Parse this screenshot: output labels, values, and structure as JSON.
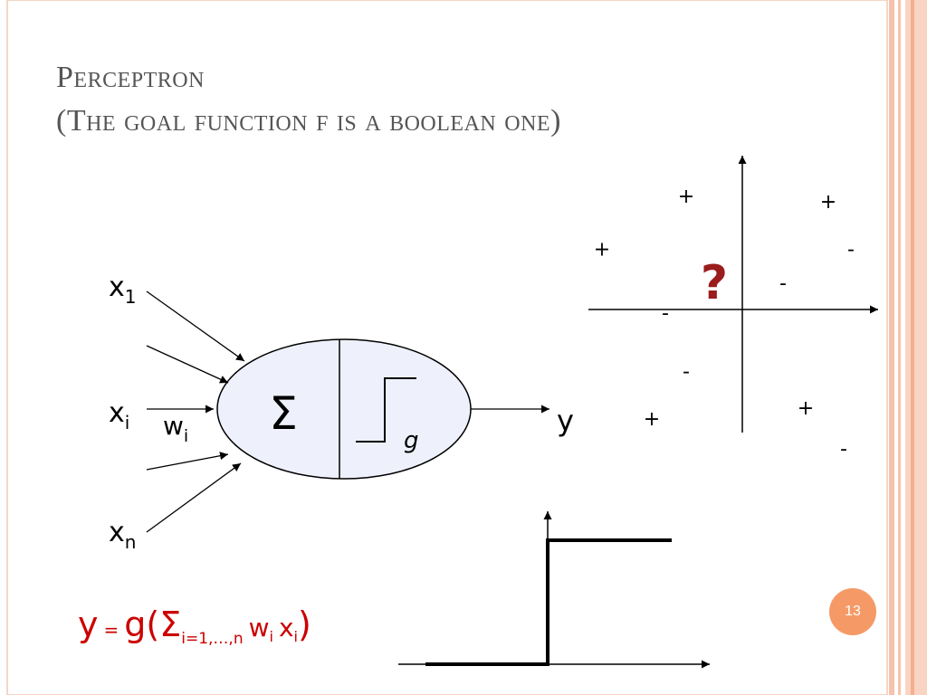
{
  "slide": {
    "title_line1": "Perceptron",
    "title_line2": "(The goal function f is a boolean one)",
    "page_number": "13"
  },
  "neuron": {
    "inputs": [
      {
        "base": "x",
        "sub": "1"
      },
      {
        "base": "x",
        "sub": "i"
      },
      {
        "base": "x",
        "sub": "n"
      }
    ],
    "weight": {
      "base": "w",
      "sub": "i"
    },
    "sum_symbol": "Σ",
    "activation_label": "g",
    "output_label": "y"
  },
  "formula": {
    "lhs": "y",
    "eq": "=",
    "func": "g(",
    "sigma": "Σ",
    "range": "i=1,…,n",
    "w": "w",
    "w_sub": "i",
    "x": "x",
    "x_sub": "i",
    "close": ")"
  },
  "scatter": {
    "question_mark": "?",
    "points": [
      {
        "label": "+",
        "x": -0.62,
        "y": 0.84
      },
      {
        "label": "+",
        "x": 0.95,
        "y": 0.8
      },
      {
        "label": "+",
        "x": -1.55,
        "y": 0.45
      },
      {
        "label": "-",
        "x": 1.2,
        "y": 0.45
      },
      {
        "label": "-",
        "x": 0.45,
        "y": 0.2
      },
      {
        "label": "-",
        "x": -0.85,
        "y": -0.02
      },
      {
        "label": "-",
        "x": -0.62,
        "y": -0.45
      },
      {
        "label": "+",
        "x": -1.0,
        "y": -0.8
      },
      {
        "label": "+",
        "x": 0.7,
        "y": -0.72
      },
      {
        "label": "-",
        "x": 1.12,
        "y": -1.02
      }
    ]
  },
  "colors": {
    "text": "#000000",
    "formula": "#cc0000",
    "question": "#9b1c1c",
    "neuron_fill": "#eef1fb",
    "title": "#555555",
    "badge": "#f59a66",
    "border": "#f4b59a"
  }
}
